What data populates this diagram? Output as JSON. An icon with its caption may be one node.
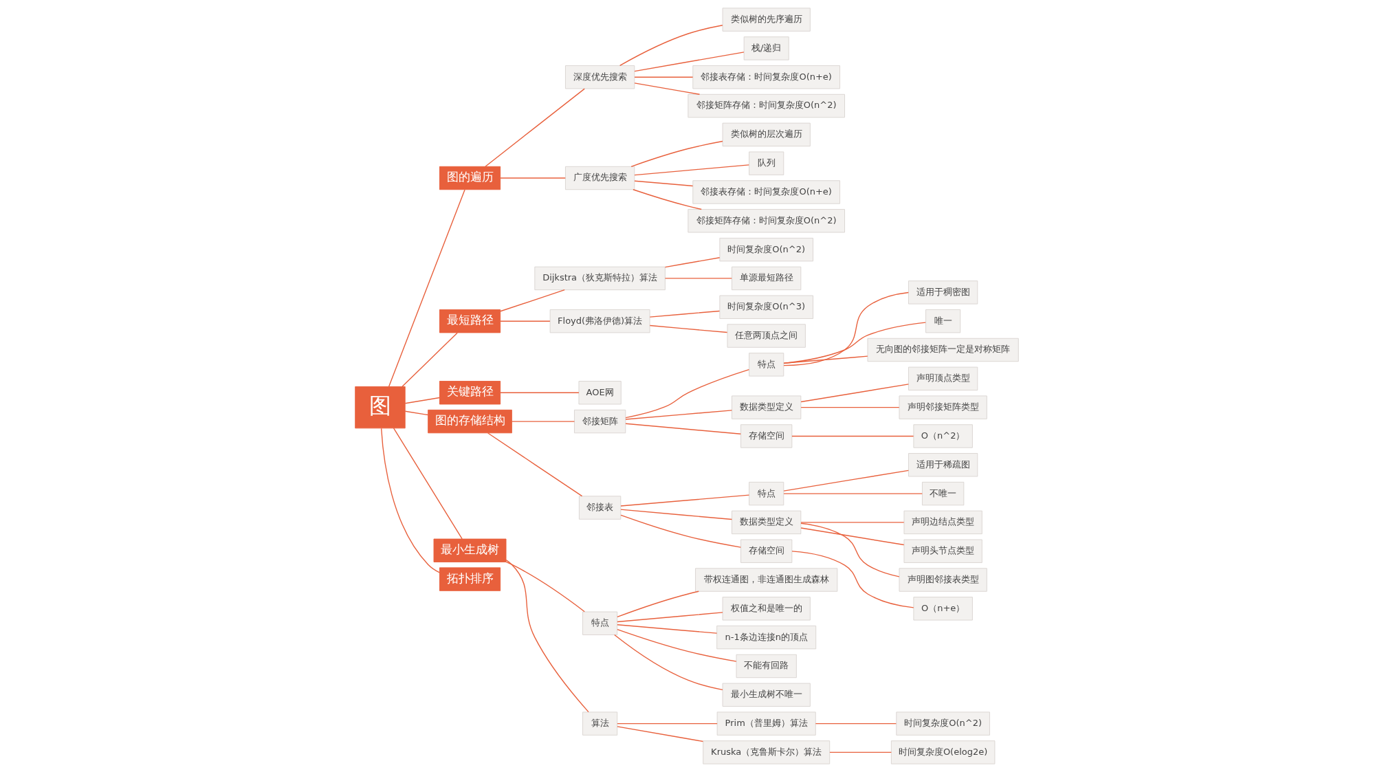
{
  "diagram": {
    "nodes": [
      {
        "text": [
          "图"
        ]
      },
      {
        "text": [
          "图的遍历"
        ]
      },
      {
        "text": [
          "深度优先搜索"
        ]
      },
      {
        "text": [
          "类似树的先序遍历"
        ]
      },
      {
        "text": [
          "栈/递归"
        ]
      },
      {
        "text": [
          "邻接表存储：时间复杂度O(n+e)"
        ]
      },
      {
        "text": [
          "邻接矩阵存储：时间复杂度O(n^2)"
        ]
      },
      {
        "text": [
          "广度优先搜索"
        ]
      },
      {
        "text": [
          "类似树的层次遍历"
        ]
      },
      {
        "text": [
          "队列"
        ]
      },
      {
        "text": [
          "邻接表存储：时间复杂度O(n+e)"
        ]
      },
      {
        "text": [
          "邻接矩阵存储：时间复杂度O(n^2)"
        ]
      },
      {
        "text": [
          "最短路径"
        ]
      },
      {
        "text": [
          "Dijkstra（狄克斯特拉）算法"
        ]
      },
      {
        "text": [
          "时间复杂度O(n^2)"
        ]
      },
      {
        "text": [
          "单源最短路径"
        ]
      },
      {
        "text": [
          "Floyd(弗洛伊德)算法"
        ]
      },
      {
        "text": [
          "时间复杂度O(n^3)"
        ]
      },
      {
        "text": [
          "任意两顶点之间"
        ]
      },
      {
        "text": [
          "关键路径"
        ]
      },
      {
        "text": [
          "AOE网"
        ]
      },
      {
        "text": [
          "图的存储结构"
        ]
      },
      {
        "text": [
          "邻接矩阵"
        ]
      },
      {
        "text": [
          "特点"
        ]
      },
      {
        "text": [
          "适用于稠密图"
        ]
      },
      {
        "text": [
          "唯一"
        ]
      },
      {
        "text": [
          "无向图的邻接矩阵一定是对称矩阵"
        ]
      },
      {
        "text": [
          "数据类型定义"
        ]
      },
      {
        "text": [
          "声明顶点类型"
        ]
      },
      {
        "text": [
          "声明邻接矩阵类型"
        ]
      },
      {
        "text": [
          "存储空间"
        ]
      },
      {
        "text": [
          "O（n^2）"
        ]
      },
      {
        "text": [
          "邻接表"
        ]
      },
      {
        "text": [
          "特点"
        ]
      },
      {
        "text": [
          "适用于稀疏图"
        ]
      },
      {
        "text": [
          "不唯一"
        ]
      },
      {
        "text": [
          "数据类型定义"
        ]
      },
      {
        "text": [
          "声明边结点类型"
        ]
      },
      {
        "text": [
          "声明头节点类型"
        ]
      },
      {
        "text": [
          "声明图邻接表类型"
        ]
      },
      {
        "text": [
          "存储空间"
        ]
      },
      {
        "text": [
          "O（n+e）"
        ]
      },
      {
        "text": [
          "最小生成树"
        ]
      },
      {
        "text": [
          "特点"
        ]
      },
      {
        "text": [
          "带权连通图，非连通图生成森林"
        ]
      },
      {
        "text": [
          "权值之和是唯一的"
        ]
      },
      {
        "text": [
          "n-1条边连接n的顶点"
        ]
      },
      {
        "text": [
          "不能有回路"
        ]
      },
      {
        "text": [
          "最小生成树不唯一"
        ]
      },
      {
        "text": [
          "算法"
        ]
      },
      {
        "text": [
          "Prim（普里姆）算法"
        ]
      },
      {
        "text": [
          "时间复杂度O(n^2)"
        ]
      },
      {
        "text": [
          "Kruska（克鲁斯卡尔）算法"
        ]
      },
      {
        "text": [
          "时间复杂度O(elog2e)"
        ]
      },
      {
        "text": [
          "拓扑排序"
        ]
      }
    ],
    "edges": [
      {
        "from": 0,
        "to": 1,
        "arrow": "none"
      },
      {
        "from": 1,
        "to": 2,
        "arrow": "none"
      },
      {
        "from": 2,
        "to": 3,
        "arrow": "none"
      },
      {
        "from": 2,
        "to": 4,
        "arrow": "none"
      },
      {
        "from": 2,
        "to": 5,
        "arrow": "none"
      },
      {
        "from": 2,
        "to": 6,
        "arrow": "none"
      },
      {
        "from": 1,
        "to": 7,
        "arrow": "none"
      },
      {
        "from": 7,
        "to": 8,
        "arrow": "none"
      },
      {
        "from": 7,
        "to": 9,
        "arrow": "none"
      },
      {
        "from": 7,
        "to": 10,
        "arrow": "none"
      },
      {
        "from": 7,
        "to": 11,
        "arrow": "none"
      },
      {
        "from": 0,
        "to": 12,
        "arrow": "none"
      },
      {
        "from": 12,
        "to": 13,
        "arrow": "none"
      },
      {
        "from": 13,
        "to": 14,
        "arrow": "none"
      },
      {
        "from": 13,
        "to": 15,
        "arrow": "none"
      },
      {
        "from": 12,
        "to": 16,
        "arrow": "none"
      },
      {
        "from": 16,
        "to": 17,
        "arrow": "none"
      },
      {
        "from": 16,
        "to": 18,
        "arrow": "none"
      },
      {
        "from": 0,
        "to": 19,
        "arrow": "none"
      },
      {
        "from": 19,
        "to": 20,
        "arrow": "none"
      },
      {
        "from": 0,
        "to": 21,
        "arrow": "none"
      },
      {
        "from": 21,
        "to": 22,
        "arrow": "none"
      },
      {
        "from": 22,
        "to": 23,
        "arrow": "none"
      },
      {
        "from": 23,
        "to": 24,
        "arrow": "none"
      },
      {
        "from": 23,
        "to": 25,
        "arrow": "none"
      },
      {
        "from": 23,
        "to": 26,
        "arrow": "none"
      },
      {
        "from": 22,
        "to": 27,
        "arrow": "none"
      },
      {
        "from": 27,
        "to": 28,
        "arrow": "none"
      },
      {
        "from": 27,
        "to": 29,
        "arrow": "none"
      },
      {
        "from": 22,
        "to": 30,
        "arrow": "none"
      },
      {
        "from": 30,
        "to": 31,
        "arrow": "none"
      },
      {
        "from": 21,
        "to": 32,
        "arrow": "none"
      },
      {
        "from": 32,
        "to": 33,
        "arrow": "none"
      },
      {
        "from": 33,
        "to": 34,
        "arrow": "none"
      },
      {
        "from": 33,
        "to": 35,
        "arrow": "none"
      },
      {
        "from": 32,
        "to": 36,
        "arrow": "none"
      },
      {
        "from": 36,
        "to": 37,
        "arrow": "none"
      },
      {
        "from": 36,
        "to": 38,
        "arrow": "none"
      },
      {
        "from": 36,
        "to": 39,
        "arrow": "none"
      },
      {
        "from": 32,
        "to": 40,
        "arrow": "none"
      },
      {
        "from": 40,
        "to": 41,
        "arrow": "none"
      },
      {
        "from": 0,
        "to": 42,
        "arrow": "none"
      },
      {
        "from": 42,
        "to": 43,
        "arrow": "none"
      },
      {
        "from": 43,
        "to": 44,
        "arrow": "none"
      },
      {
        "from": 43,
        "to": 45,
        "arrow": "none"
      },
      {
        "from": 43,
        "to": 46,
        "arrow": "none"
      },
      {
        "from": 43,
        "to": 47,
        "arrow": "none"
      },
      {
        "from": 43,
        "to": 48,
        "arrow": "none"
      },
      {
        "from": 42,
        "to": 49,
        "arrow": "none"
      },
      {
        "from": 49,
        "to": 50,
        "arrow": "none"
      },
      {
        "from": 50,
        "to": 51,
        "arrow": "none"
      },
      {
        "from": 49,
        "to": 52,
        "arrow": "none"
      },
      {
        "from": 52,
        "to": 53,
        "arrow": "none"
      },
      {
        "from": 0,
        "to": 54,
        "arrow": "none"
      }
    ]
  }
}
